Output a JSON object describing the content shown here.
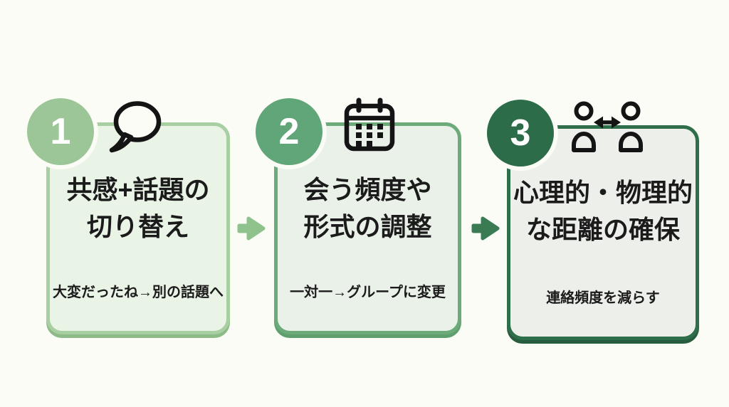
{
  "canvas": {
    "background": "#fcfcf6",
    "text_color": "#1b1b1b",
    "icon_color": "#141414",
    "circle_ring_color": "#fcfcf6"
  },
  "steps": [
    {
      "number": "1",
      "icon": "speech-bubble-icon",
      "title_lines": [
        "共感+話題の",
        "切り替え"
      ],
      "subtitle": "大変だったね→別の話題へ",
      "colors": {
        "circle": "#9cc697",
        "card_border": "#a8cfa2",
        "card_bg": "#e9f3e6",
        "card_edge": "#8cbb87"
      }
    },
    {
      "number": "2",
      "icon": "calendar-icon",
      "title_lines": [
        "会う頻度や",
        "形式の調整"
      ],
      "subtitle": "一対一→グループに変更",
      "colors": {
        "circle": "#60a678",
        "card_border": "#6cab79",
        "card_bg": "#e9f1e8",
        "card_edge": "#5f9e6d"
      }
    },
    {
      "number": "3",
      "icon": "people-distance-icon",
      "title_lines": [
        "心理的・物理的",
        "な距離の確保"
      ],
      "subtitle": "連絡頻度を減らす",
      "colors": {
        "circle": "#2d6c49",
        "card_border": "#2e6e4b",
        "card_bg": "#edefeb",
        "card_edge": "#265d3f"
      }
    }
  ],
  "arrows": [
    {
      "name": "arrow-step1-to-step2",
      "color": "#8fc28d"
    },
    {
      "name": "arrow-step2-to-step3",
      "color": "#3a7b54"
    }
  ]
}
